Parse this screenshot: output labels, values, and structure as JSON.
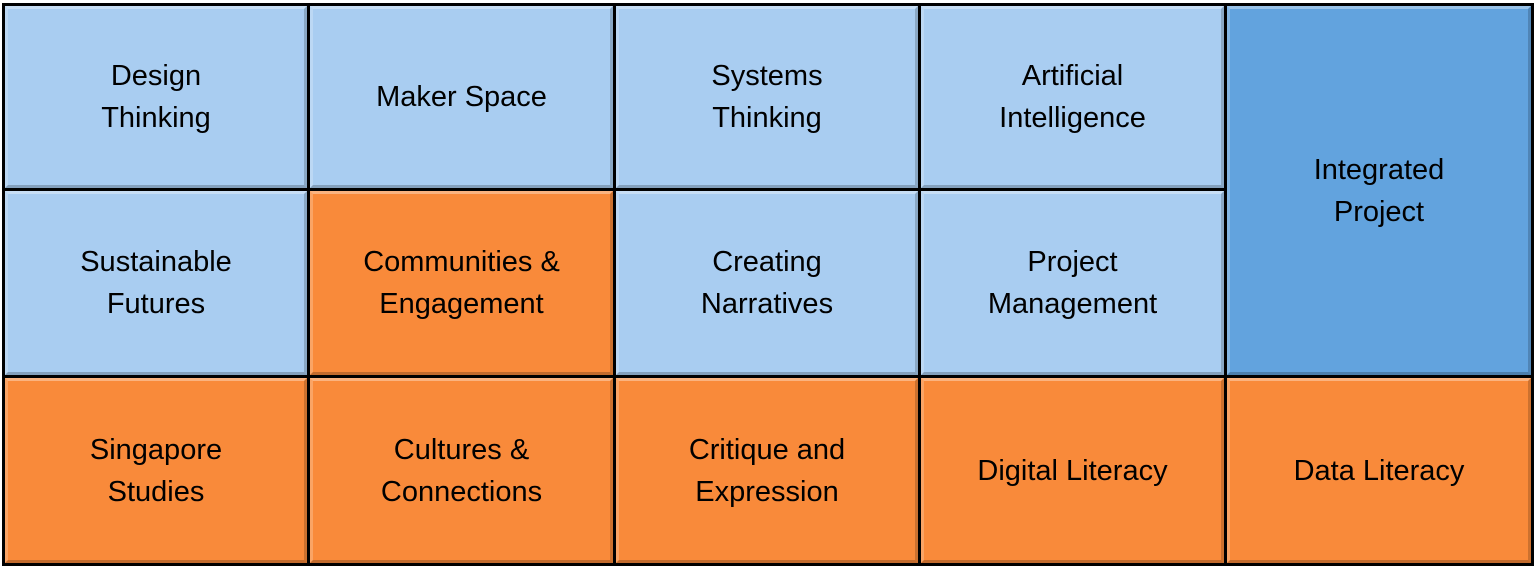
{
  "diagram": {
    "colors": {
      "core_light_blue": "#A9CDF1",
      "integrated_blue": "#62A3DE",
      "orange": "#F98A3A",
      "border": "#000000"
    },
    "tiles": [
      {
        "label": "Design\nThinking",
        "color": "light-blue",
        "row": 1,
        "col": 1
      },
      {
        "label": "Maker Space",
        "color": "light-blue",
        "row": 1,
        "col": 2
      },
      {
        "label": "Systems\nThinking",
        "color": "light-blue",
        "row": 1,
        "col": 3
      },
      {
        "label": "Artificial\nIntelligence",
        "color": "light-blue",
        "row": 1,
        "col": 4
      },
      {
        "label": "Integrated\nProject",
        "color": "mid-blue",
        "row": "1-2",
        "col": 5
      },
      {
        "label": "Sustainable\nFutures",
        "color": "light-blue",
        "row": 2,
        "col": 1
      },
      {
        "label": "Communities &\nEngagement",
        "color": "orange",
        "row": 2,
        "col": 2
      },
      {
        "label": "Creating\nNarratives",
        "color": "light-blue",
        "row": 2,
        "col": 3
      },
      {
        "label": "Project\nManagement",
        "color": "light-blue",
        "row": 2,
        "col": 4
      },
      {
        "label": "Singapore\nStudies",
        "color": "orange",
        "row": 3,
        "col": 1
      },
      {
        "label": "Cultures &\nConnections",
        "color": "orange",
        "row": 3,
        "col": 2
      },
      {
        "label": "Critique and\nExpression",
        "color": "orange",
        "row": 3,
        "col": 3
      },
      {
        "label": "Digital Literacy",
        "color": "orange",
        "row": 3,
        "col": 4
      },
      {
        "label": "Data Literacy",
        "color": "orange",
        "row": 3,
        "col": 5
      }
    ]
  }
}
